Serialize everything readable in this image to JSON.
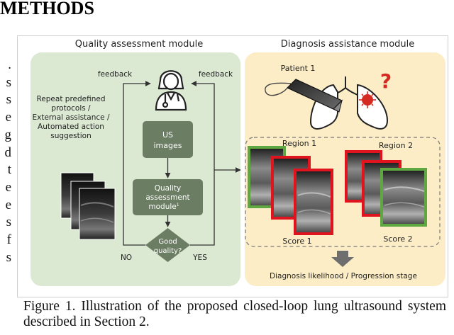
{
  "heading": "METHODS",
  "edge_letters": [
    ".",
    "s",
    "s",
    "e",
    "g",
    "d",
    "t",
    "e",
    "e",
    "s",
    "f",
    "s"
  ],
  "quality_module": {
    "title": "Quality assessment module",
    "feedback_left": "feedback",
    "feedback_right": "feedback",
    "repeat_text": [
      "Repeat predefined",
      "protocols /",
      "External assistance /",
      "Automated action",
      "suggestion"
    ],
    "us_box": [
      "US",
      "images"
    ],
    "qa_box": [
      "Quality",
      "assessment",
      "module"
    ],
    "qa_superscript": "1",
    "decision": [
      "Good",
      "quality?"
    ],
    "no_label": "NO",
    "yes_label": "YES"
  },
  "diagnosis_module": {
    "title": "Diagnosis assistance module",
    "patient": "Patient 1",
    "question_mark": "?",
    "region1": "Region 1",
    "region2": "Region 2",
    "score1": "Score 1",
    "score2": "Score 2",
    "output": "Diagnosis likelihood / Progression stage"
  },
  "colors": {
    "green_panel": "#dbe8d2",
    "yellow_panel": "#fcedc6",
    "box_fill": "#6b7d62",
    "red_frame": "#e0141e",
    "green_frame": "#5fa740",
    "virus": "#d42a22"
  },
  "caption": "Figure 1. Illustration of the proposed closed-loop lung ultrasound system described in Section 2."
}
